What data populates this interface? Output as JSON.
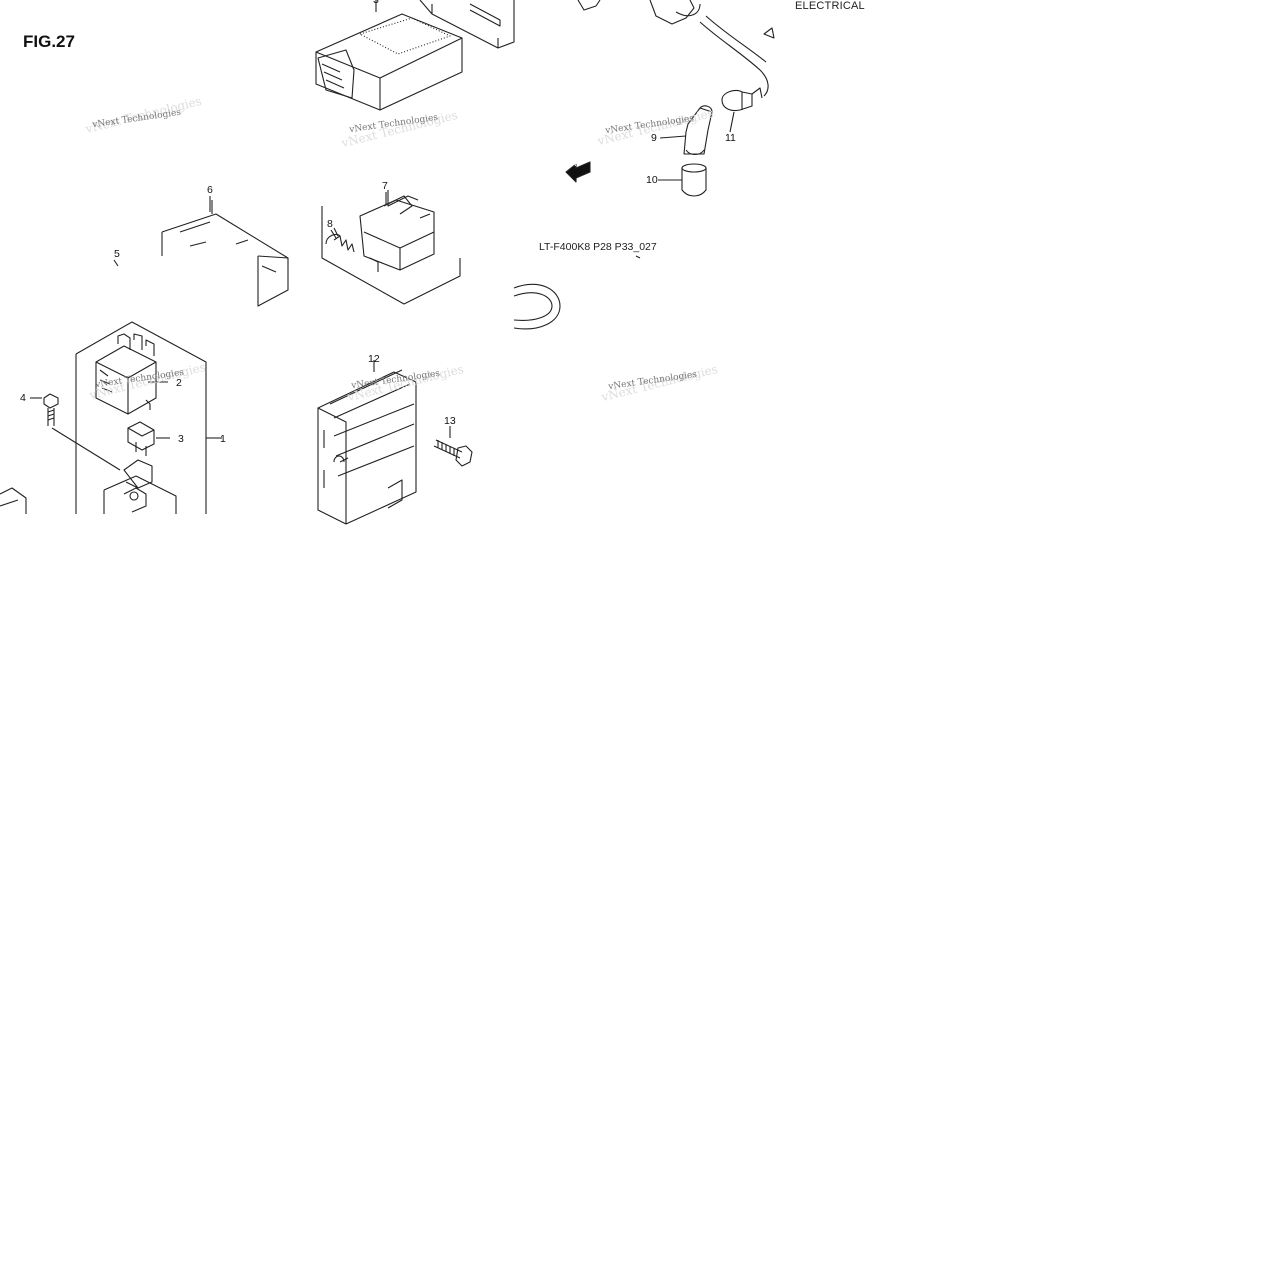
{
  "figure": {
    "title": "FIG.27",
    "section": "ELECTRICAL",
    "code": "LT-F400K8 P28 P33_027",
    "fwd_label": "FWD"
  },
  "callouts": [
    {
      "id": "c1",
      "text": "1"
    },
    {
      "id": "c2",
      "text": "2"
    },
    {
      "id": "c3",
      "text": "3"
    },
    {
      "id": "c3b",
      "text": "3"
    },
    {
      "id": "c4",
      "text": "4"
    },
    {
      "id": "c5",
      "text": "5"
    },
    {
      "id": "c6",
      "text": "6"
    },
    {
      "id": "c7",
      "text": "7"
    },
    {
      "id": "c8",
      "text": "8"
    },
    {
      "id": "c9",
      "text": "9"
    },
    {
      "id": "c10",
      "text": "10"
    },
    {
      "id": "c11",
      "text": "11"
    },
    {
      "id": "c12",
      "text": "12"
    },
    {
      "id": "c13",
      "text": "13"
    }
  ],
  "watermark": {
    "text": "vNext Technologies"
  }
}
